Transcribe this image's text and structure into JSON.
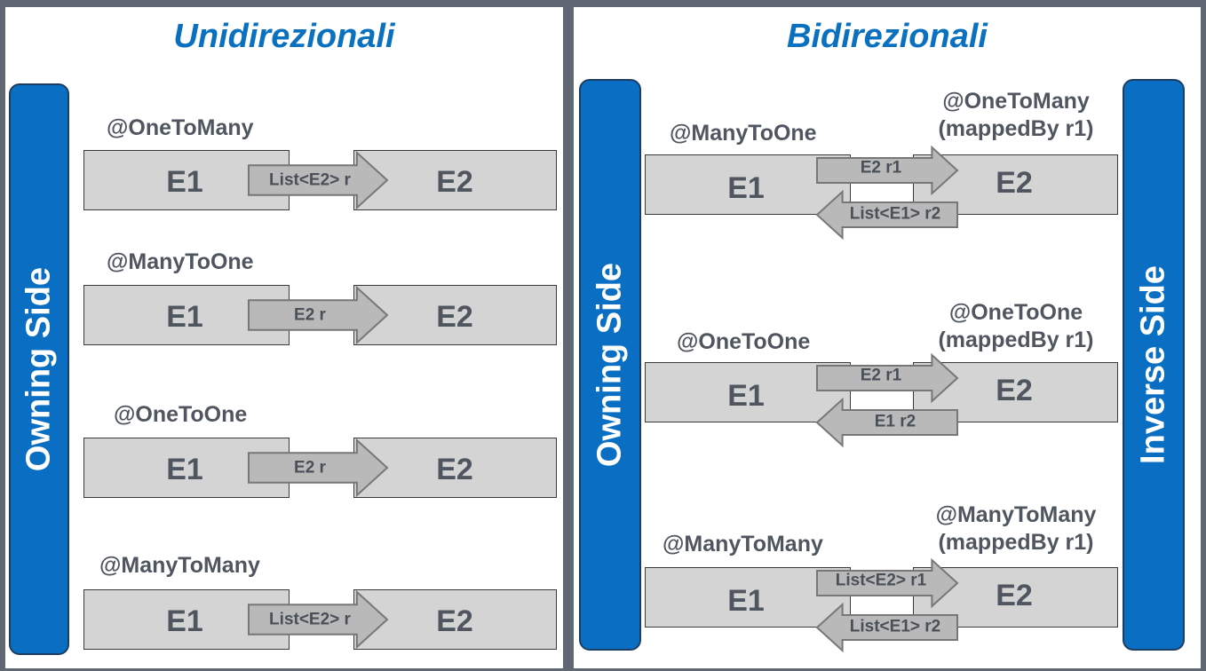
{
  "left_panel": {
    "title": "Unidirezionali",
    "side_label": "Owning Side",
    "rows": [
      {
        "annotation": "@OneToMany",
        "left_entity": "E1",
        "right_entity": "E2",
        "arrow_label": "List<E2> r"
      },
      {
        "annotation": "@ManyToOne",
        "left_entity": "E1",
        "right_entity": "E2",
        "arrow_label": "E2 r"
      },
      {
        "annotation": "@OneToOne",
        "left_entity": "E1",
        "right_entity": "E2",
        "arrow_label": "E2 r"
      },
      {
        "annotation": "@ManyToMany",
        "left_entity": "E1",
        "right_entity": "E2",
        "arrow_label": "List<E2> r"
      }
    ]
  },
  "right_panel": {
    "title": "Bidirezionali",
    "owning_label": "Owning Side",
    "inverse_label": "Inverse Side",
    "rows": [
      {
        "owning_annotation": "@ManyToOne",
        "inverse_annotation": "@OneToMany",
        "inverse_mapped": "(mappedBy r1)",
        "left_entity": "E1",
        "right_entity": "E2",
        "forward_label": "E2 r1",
        "back_label": "List<E1> r2"
      },
      {
        "owning_annotation": "@OneToOne",
        "inverse_annotation": "@OneToOne",
        "inverse_mapped": "(mappedBy r1)",
        "left_entity": "E1",
        "right_entity": "E2",
        "forward_label": "E2 r1",
        "back_label": "E1 r2"
      },
      {
        "owning_annotation": "@ManyToMany",
        "inverse_annotation": "@ManyToMany",
        "inverse_mapped": "(mappedBy r1)",
        "left_entity": "E1",
        "right_entity": "E2",
        "forward_label": "List<E2> r1",
        "back_label": "List<E1> r2"
      }
    ]
  },
  "colors": {
    "accent_blue": "#0a6fc2",
    "box_fill": "#d4d4d4",
    "arrow_fill": "#b9b9b9",
    "text_gray": "#4f5660"
  }
}
